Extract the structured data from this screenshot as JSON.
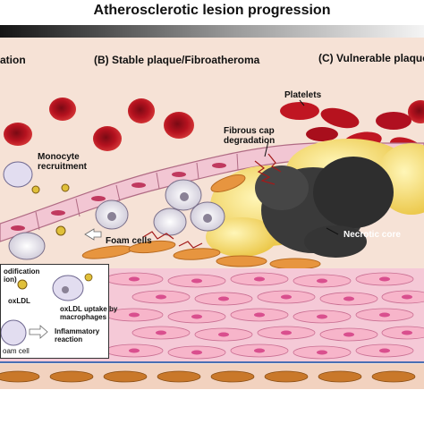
{
  "title": "Atherosclerotic lesion progression",
  "stages": {
    "a": "ation",
    "b": "(B) Stable plaque/Fibroatheroma",
    "c": "(C) Vulnerable plaque"
  },
  "labels": {
    "monocyte_recruitment": [
      "Monocyte",
      "recruitment"
    ],
    "platelets": "Platelets",
    "fibrous_cap": [
      "Fibrous cap",
      "degradation"
    ],
    "foam_cells": "Foam cells",
    "necrotic_core": "Necrotic core"
  },
  "legend": {
    "modification": [
      "odification",
      "ion)"
    ],
    "oxldl": "oxLDL",
    "uptake": [
      "oxLDL uptake by",
      "macrophages"
    ],
    "inflammatory": [
      "Inflammatory",
      "reaction"
    ],
    "foam_cell": "oam cell"
  },
  "colors": {
    "header_gradient_dark": "#1a1a1a",
    "background": "#f6e2d6",
    "rbc": "#b01020",
    "platelet_fat": "#f3d85a",
    "necrotic": "#3a3a3a",
    "smooth_muscle": "#f6b8cc",
    "nucleus": "#d94f8e",
    "endothelium": "#f2c6d3",
    "fat_cells": "#e89a45",
    "adventitia": "#c9782a"
  }
}
